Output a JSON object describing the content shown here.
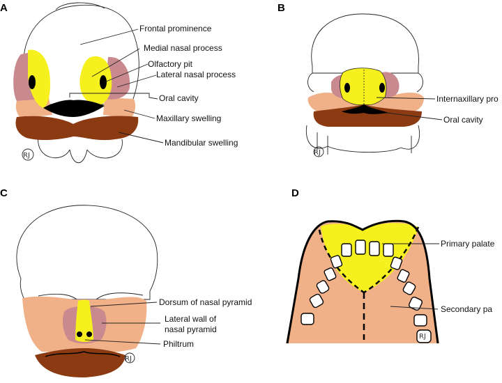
{
  "panels": {
    "a": {
      "letter": "A",
      "labels": {
        "frontal": "Frontal prominence",
        "medial": "Medial nasal process",
        "olfactory": "Olfactory pit",
        "lateral": "Lateral nasal process",
        "oral": "Oral cavity",
        "maxillary": "Maxillary swelling",
        "mandibular": "Mandibular swelling"
      },
      "signature": "RJ"
    },
    "b": {
      "letter": "B",
      "labels": {
        "internaxillary": "Internaxillary pro",
        "oral": "Oral cavity"
      },
      "signature": "RJ"
    },
    "c": {
      "letter": "C",
      "labels": {
        "dorsum": "Dorsum of nasal pyramid",
        "lateral_wall_1": "Lateral wall of",
        "lateral_wall_2": "nasal pyramid",
        "philtrum": "Philtrum"
      },
      "signature": "RJ"
    },
    "d": {
      "letter": "D",
      "labels": {
        "primary": "Primary palate",
        "secondary": "Secondary pa"
      },
      "signature": "RJ"
    }
  },
  "colors": {
    "yellow": "#f5f01e",
    "pink": "#c98a8f",
    "peach": "#f0b088",
    "brown": "#8b3a12",
    "black": "#000000"
  }
}
